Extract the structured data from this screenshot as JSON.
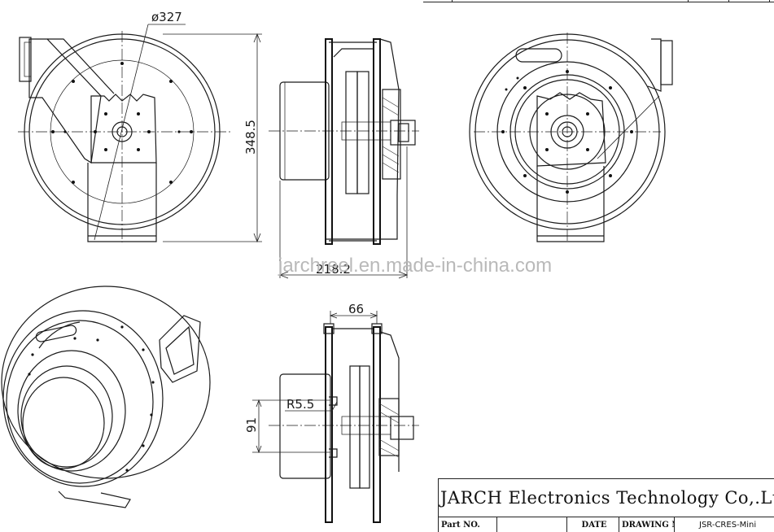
{
  "drawing": {
    "views": [
      {
        "name": "front-view"
      },
      {
        "name": "side-view"
      },
      {
        "name": "rear-view"
      },
      {
        "name": "isometric-view"
      },
      {
        "name": "side-section-view"
      }
    ],
    "dimensions": {
      "diameter": "ø327",
      "height": "348.5",
      "depth": "218.2",
      "width_66": "66",
      "radius": "R5.5",
      "offset_91": "91"
    },
    "watermark": "jarchreel.en.made-in-china.com"
  },
  "title_block": {
    "company": "JARCH Electronics Technology Co,.Ltd",
    "part_no_label": "Part NO.",
    "part_no_value": "",
    "date_label": "DATE",
    "date_value": "",
    "drawing_no_label": "DRAWING NO.",
    "drawing_no_value": "JSR-CRES-Mini"
  }
}
